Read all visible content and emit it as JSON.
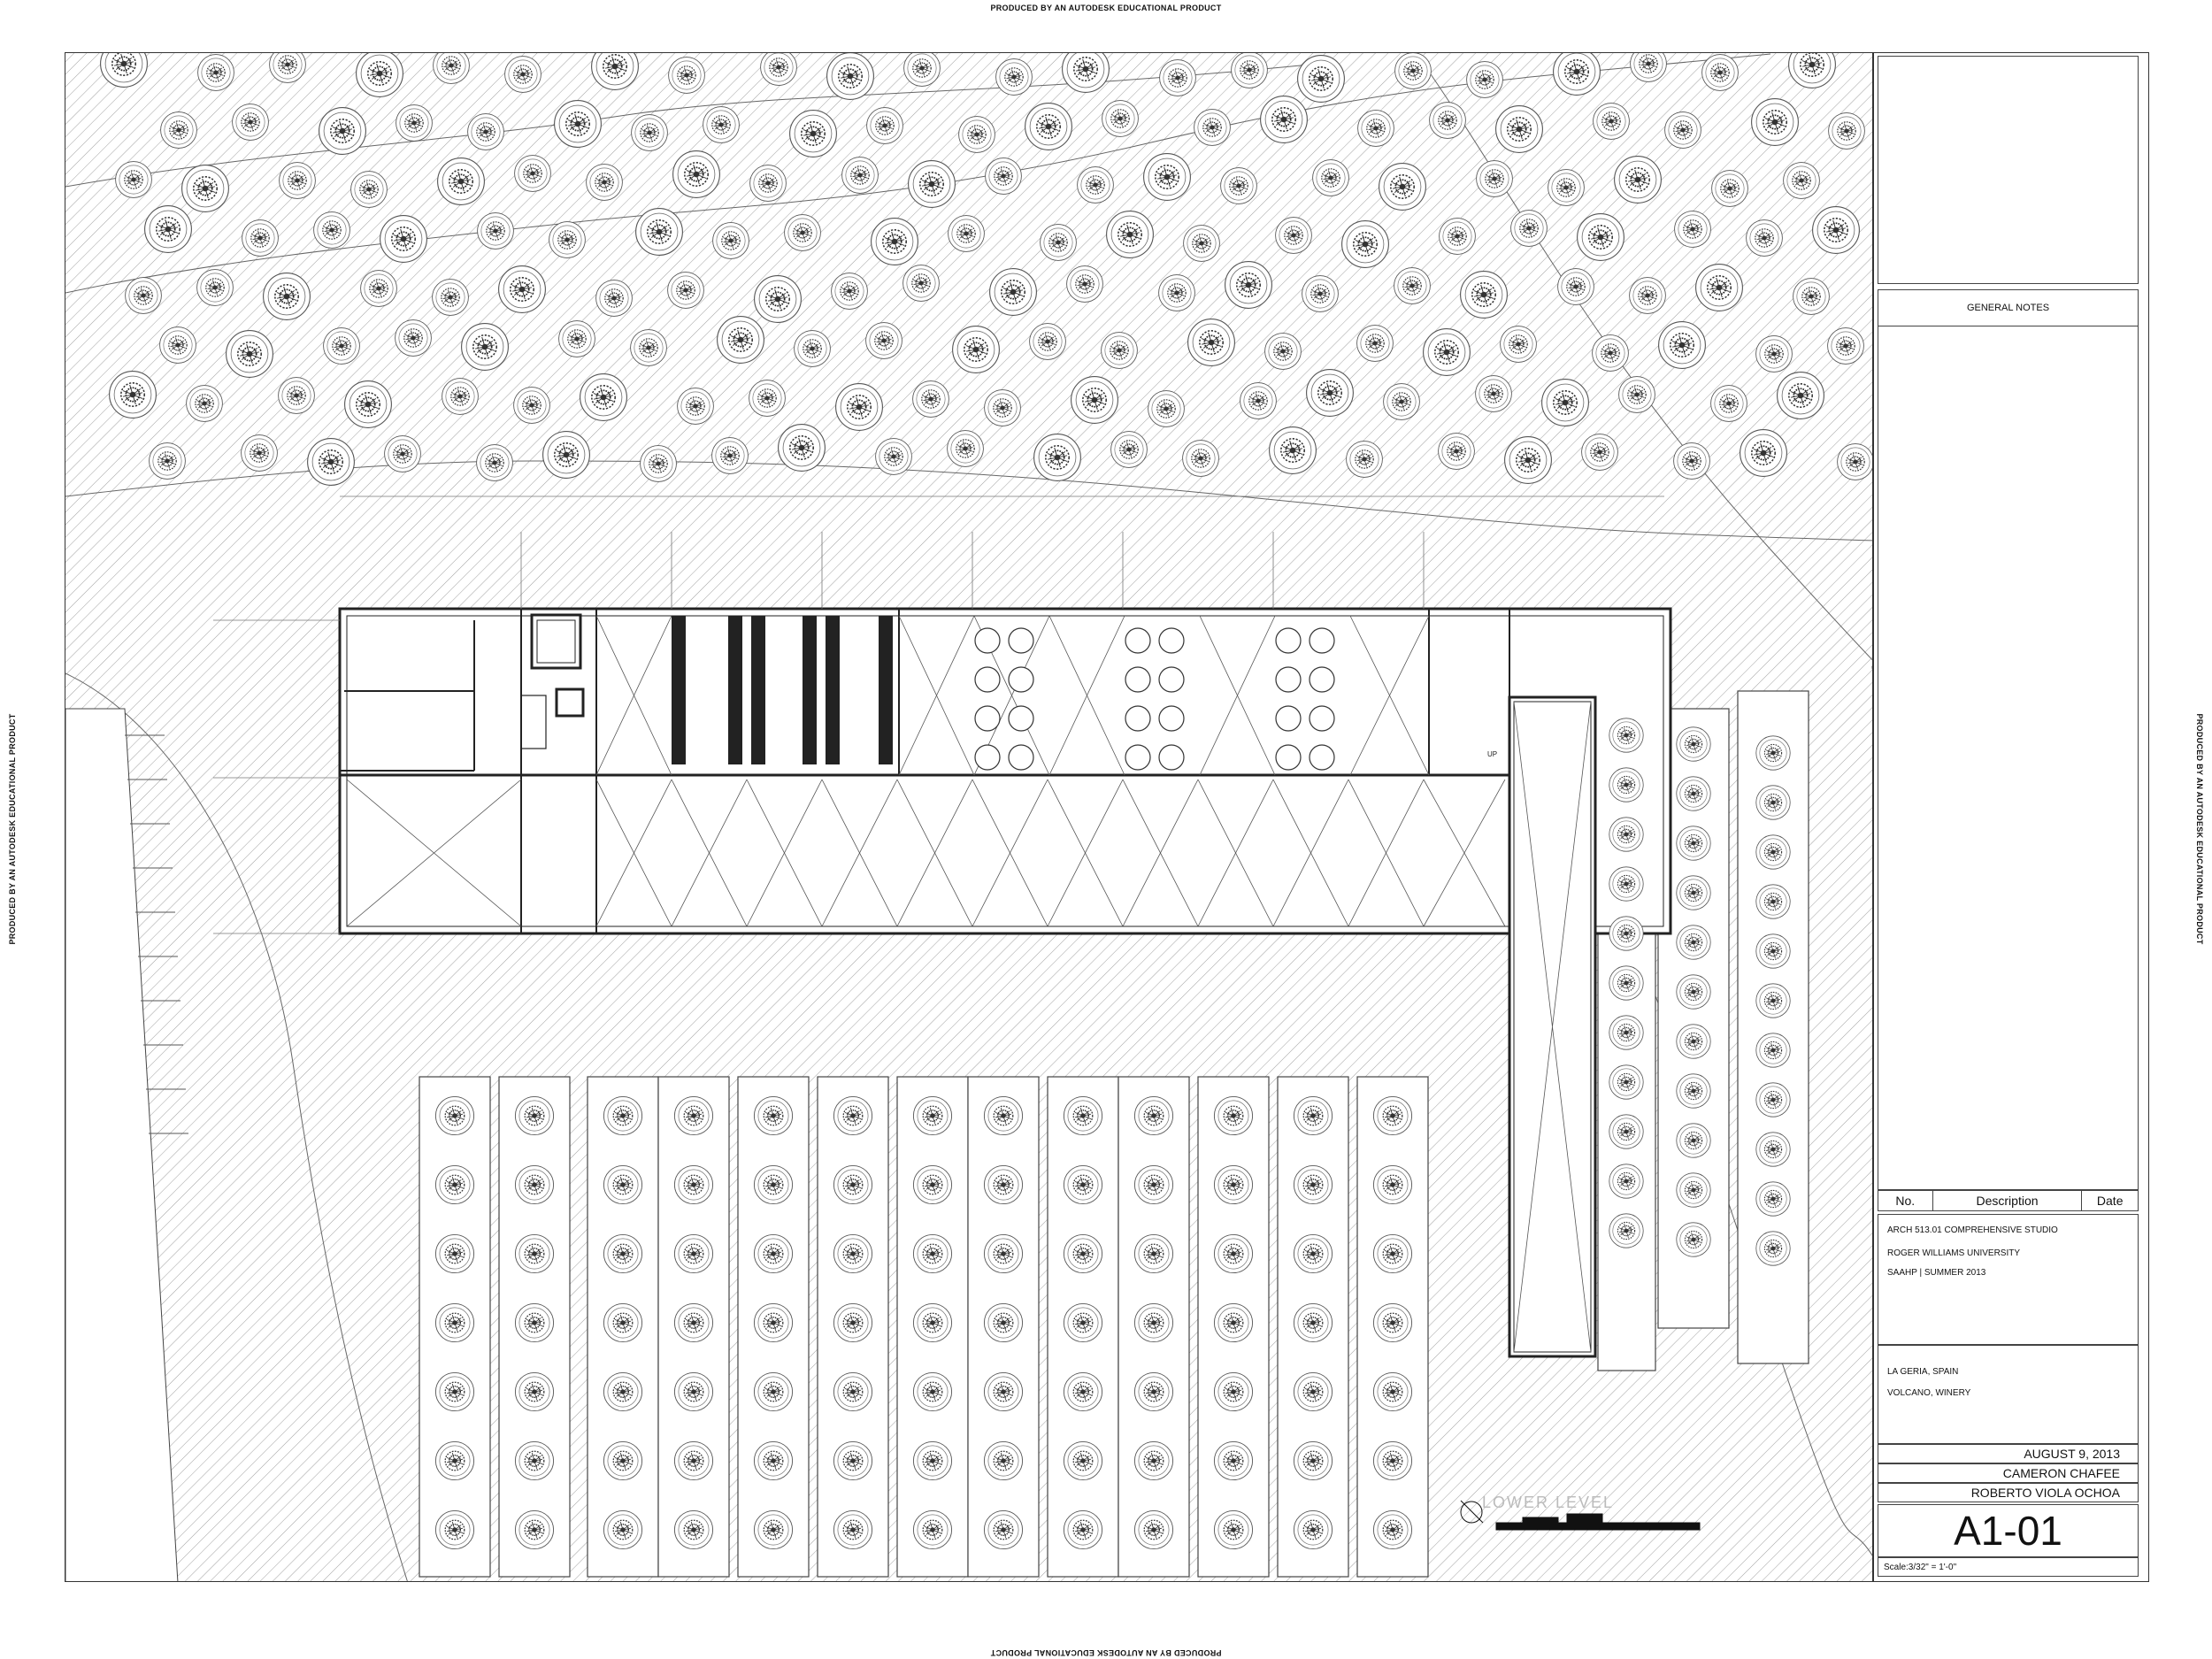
{
  "stamps": {
    "top": "PRODUCED BY AN AUTODESK EDUCATIONAL PRODUCT",
    "bottom": "PRODUCED BY AN AUTODESK EDUCATIONAL PRODUCT",
    "left": "PRODUCED BY AN AUTODESK EDUCATIONAL PRODUCT",
    "right": "PRODUCED BY AN AUTODESK EDUCATIONAL PRODUCT"
  },
  "title_block": {
    "general_notes": "GENERAL NOTES",
    "revision_headers": {
      "no": "No.",
      "description": "Description",
      "date": "Date"
    },
    "course": "ARCH 513.01 COMPREHENSIVE STUDIO",
    "university": "ROGER WILLIAMS UNIVERSITY",
    "school": "SAAHP | SUMMER 2013",
    "location": "LA GERIA, SPAIN",
    "project": "VOLCANO, WINERY",
    "date": "AUGUST 9, 2013",
    "student": "CAMERON  CHAFEE",
    "instructor": "ROBERTO VIOLA OCHOA",
    "sheet_number": "A1-01",
    "scale": "Scale:3/32\" = 1'-0\""
  },
  "plan": {
    "level_label": "LOWER  LEVEL",
    "stair_label": "UP"
  },
  "colors": {
    "line": "#333333",
    "hatch": "#9a9a9a",
    "paper": "#ffffff",
    "fill_dark": "#222222"
  }
}
